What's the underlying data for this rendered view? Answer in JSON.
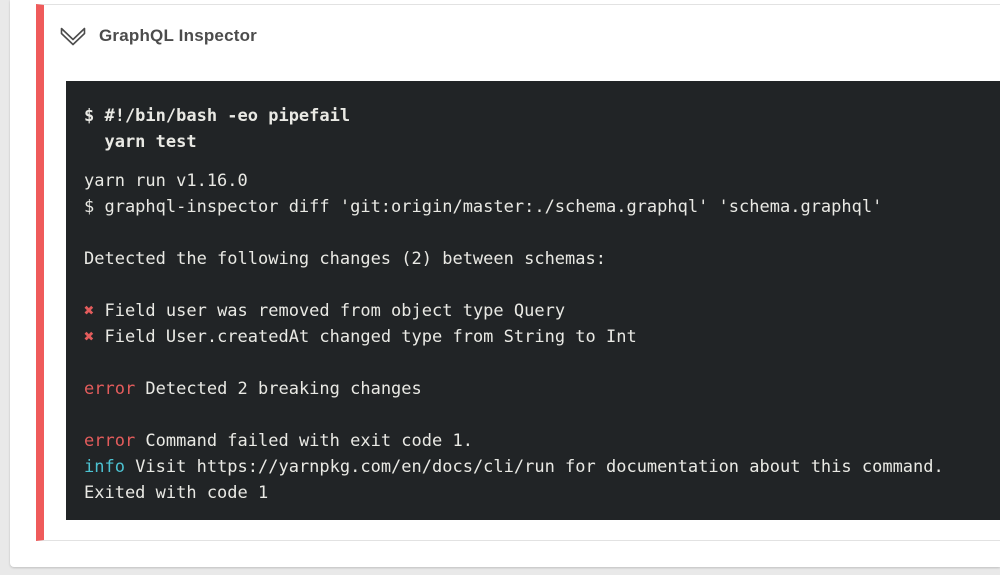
{
  "colors": {
    "accent": "#ef5b5b",
    "terminal_bg": "#212426",
    "terminal_fg": "#e9e9e4",
    "red": "#e35c5c",
    "cyan": "#4cc2d1",
    "title_fg": "#4c4c4c"
  },
  "card": {
    "title": "GraphQL Inspector",
    "collapse_icon": "chevron-down-outline"
  },
  "terminal": {
    "command_lines": [
      {
        "segments": [
          {
            "text": "$ #!/bin/bash -eo pipefail"
          }
        ]
      },
      {
        "segments": [
          {
            "text": "  yarn test"
          }
        ]
      }
    ],
    "output_lines": [
      {
        "segments": [
          {
            "text": "yarn run v1.16.0"
          }
        ]
      },
      {
        "segments": [
          {
            "text": "$ graphql-inspector diff 'git:origin/master:./schema.graphql' 'schema.graphql'"
          }
        ]
      },
      {
        "segments": []
      },
      {
        "segments": [
          {
            "text": "Detected the following changes (2) between schemas:"
          }
        ]
      },
      {
        "segments": []
      },
      {
        "segments": [
          {
            "text": "✖",
            "color": "red"
          },
          {
            "text": " Field user was removed from object type Query"
          }
        ]
      },
      {
        "segments": [
          {
            "text": "✖",
            "color": "red"
          },
          {
            "text": " Field User.createdAt changed type from String to Int"
          }
        ]
      },
      {
        "segments": []
      },
      {
        "segments": [
          {
            "text": "error",
            "color": "red"
          },
          {
            "text": " Detected 2 breaking changes"
          }
        ]
      },
      {
        "segments": []
      },
      {
        "segments": [
          {
            "text": "error",
            "color": "red"
          },
          {
            "text": " Command failed with exit code 1."
          }
        ]
      },
      {
        "segments": [
          {
            "text": "info",
            "color": "cyan"
          },
          {
            "text": " Visit https://yarnpkg.com/en/docs/cli/run for documentation about this command."
          }
        ]
      },
      {
        "segments": [
          {
            "text": "Exited with code 1"
          }
        ]
      }
    ]
  }
}
